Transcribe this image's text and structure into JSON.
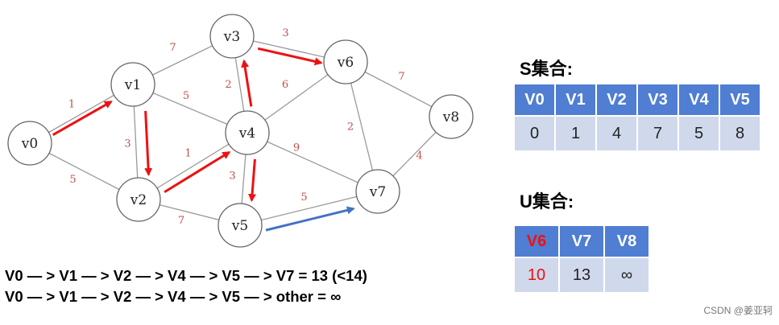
{
  "graph": {
    "nodes": [
      {
        "id": "v0",
        "label": "v0"
      },
      {
        "id": "v1",
        "label": "v1"
      },
      {
        "id": "v2",
        "label": "v2"
      },
      {
        "id": "v3",
        "label": "v3"
      },
      {
        "id": "v4",
        "label": "v4"
      },
      {
        "id": "v5",
        "label": "v5"
      },
      {
        "id": "v6",
        "label": "v6"
      },
      {
        "id": "v7",
        "label": "v7"
      },
      {
        "id": "v8",
        "label": "v8"
      }
    ],
    "edges": [
      {
        "from": "v0",
        "to": "v1",
        "weight": "1"
      },
      {
        "from": "v0",
        "to": "v2",
        "weight": "5"
      },
      {
        "from": "v1",
        "to": "v2",
        "weight": "3"
      },
      {
        "from": "v1",
        "to": "v3",
        "weight": "7"
      },
      {
        "from": "v1",
        "to": "v4",
        "weight": "5"
      },
      {
        "from": "v2",
        "to": "v4",
        "weight": "1"
      },
      {
        "from": "v2",
        "to": "v5",
        "weight": "7"
      },
      {
        "from": "v3",
        "to": "v4",
        "weight": "2"
      },
      {
        "from": "v3",
        "to": "v6",
        "weight": "3"
      },
      {
        "from": "v4",
        "to": "v5",
        "weight": "3"
      },
      {
        "from": "v4",
        "to": "v6",
        "weight": "6"
      },
      {
        "from": "v4",
        "to": "v7",
        "weight": "9"
      },
      {
        "from": "v5",
        "to": "v7",
        "weight": "5"
      },
      {
        "from": "v6",
        "to": "v7",
        "weight": "2"
      },
      {
        "from": "v6",
        "to": "v8",
        "weight": "7"
      },
      {
        "from": "v7",
        "to": "v8",
        "weight": "4"
      }
    ],
    "arrows": [
      {
        "from": "v0",
        "to": "v1",
        "color": "#ee1111"
      },
      {
        "from": "v1",
        "to": "v2",
        "color": "#ee1111"
      },
      {
        "from": "v2",
        "to": "v4",
        "color": "#ee1111"
      },
      {
        "from": "v4",
        "to": "v3",
        "color": "#ee1111"
      },
      {
        "from": "v3",
        "to": "v6",
        "color": "#ee1111"
      },
      {
        "from": "v4",
        "to": "v5",
        "color": "#ee1111"
      },
      {
        "from": "v5",
        "to": "v7",
        "color": "#4472c4"
      }
    ]
  },
  "s_set": {
    "title": "S集合:",
    "headers": [
      "V0",
      "V1",
      "V2",
      "V3",
      "V4",
      "V5"
    ],
    "values": [
      "0",
      "1",
      "4",
      "7",
      "5",
      "8"
    ]
  },
  "u_set": {
    "title": "U集合:",
    "headers": [
      "V6",
      "V7",
      "V8"
    ],
    "values": [
      "10",
      "13",
      "∞"
    ],
    "highlight_color": "#ee1111",
    "highlight_index": 0
  },
  "paths": {
    "line1": "V0 — > V1 — > V2 — > V4 — > V5 — > V7 = 13  (<14)",
    "line2": "V0 — > V1 — > V2 — > V4 — > V5 — > other = ∞"
  },
  "credit": "CSDN @姜亚轲",
  "colors": {
    "header_bg": "#4f7ed3",
    "cell_bg": "#d0d8ec",
    "arrow_red": "#ee1111",
    "arrow_blue": "#4472c4",
    "weight_text": "#c0504d"
  }
}
